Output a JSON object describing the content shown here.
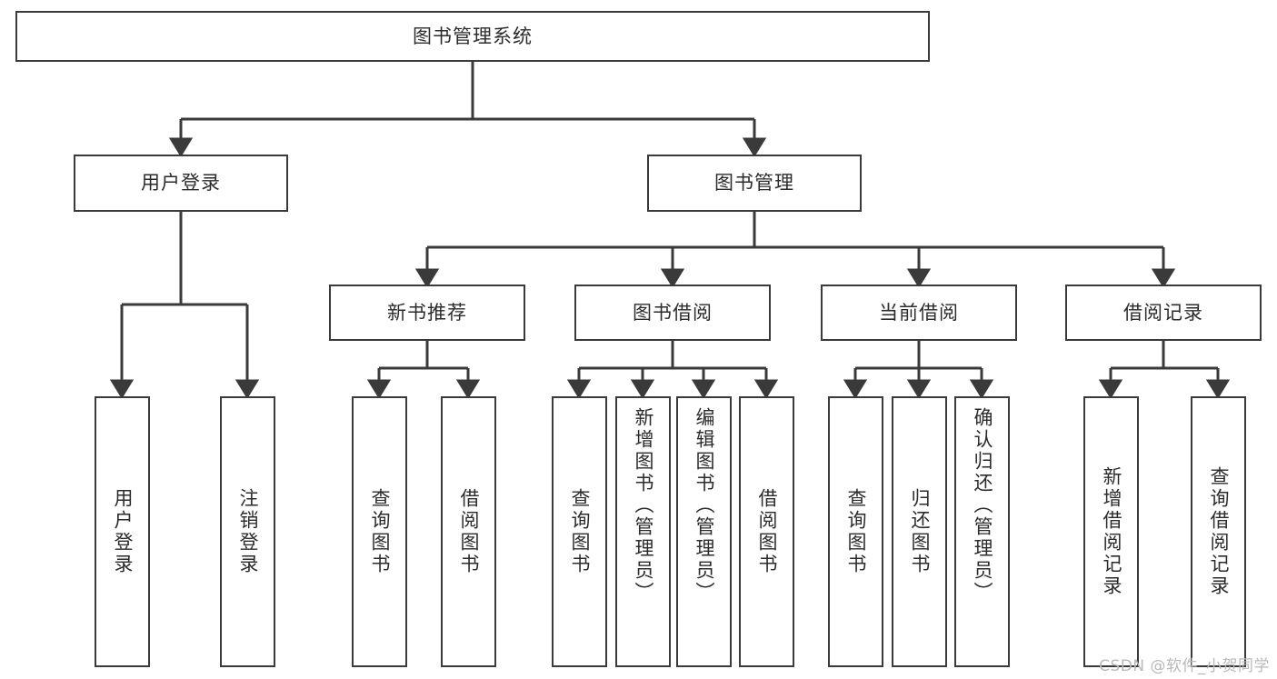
{
  "diagram": {
    "title": "图书管理系统",
    "type": "tree-hierarchy",
    "orientation": "top-down",
    "stroke_color": "#3a3a3a",
    "fill_color": "#ffffff",
    "text_color": "#2b2b2b"
  },
  "nodes": {
    "root": {
      "label": "图书管理系统"
    },
    "level1": [
      {
        "label": "用户登录"
      },
      {
        "label": "图书管理"
      }
    ],
    "level2": [
      {
        "label": "新书推荐"
      },
      {
        "label": "图书借阅"
      },
      {
        "label": "当前借阅"
      },
      {
        "label": "借阅记录"
      }
    ],
    "leaves": {
      "user_login": [
        {
          "label": "用户登录"
        },
        {
          "label": "注销登录"
        }
      ],
      "new_book_recommend": [
        {
          "label": "查询图书"
        },
        {
          "label": "借阅图书"
        }
      ],
      "book_borrow": [
        {
          "label": "查询图书"
        },
        {
          "label": "新增图书（管理员）"
        },
        {
          "label": "编辑图书（管理员）"
        },
        {
          "label": "借阅图书"
        }
      ],
      "current_borrow": [
        {
          "label": "查询图书"
        },
        {
          "label": "归还图书"
        },
        {
          "label": "确认归还（管理员）"
        }
      ],
      "borrow_record": [
        {
          "label": "新增借阅记录"
        },
        {
          "label": "查询借阅记录"
        }
      ]
    }
  },
  "watermark": {
    "text": "CSDN @软件_小贺同学"
  }
}
